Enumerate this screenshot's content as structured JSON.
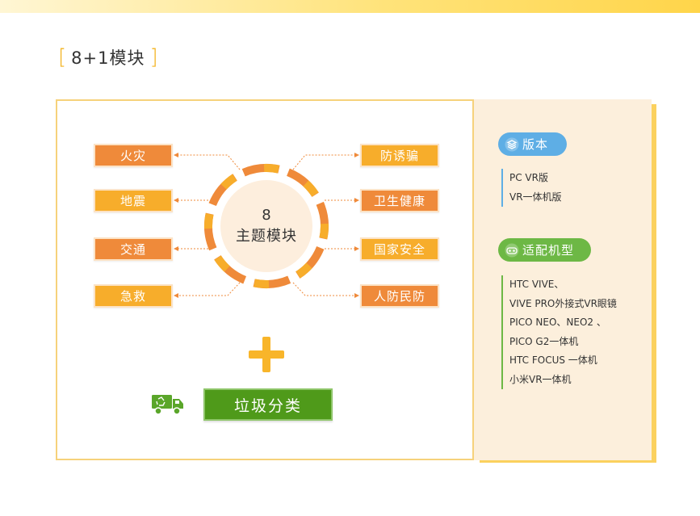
{
  "heading": {
    "bracket_left": "[",
    "title": "8+1模块",
    "bracket_right": "]"
  },
  "center": {
    "number": "8",
    "label": "主题模块"
  },
  "modules_left": [
    "火灾",
    "地震",
    "交通",
    "急救"
  ],
  "modules_right": [
    "防诱骗",
    "卫生健康",
    "国家安全",
    "人防民防"
  ],
  "plus_module": {
    "label": "垃圾分类"
  },
  "side": {
    "version": {
      "title": "版本",
      "items": [
        "PC VR版",
        "VR一体机版"
      ]
    },
    "devices": {
      "title": "适配机型",
      "items": [
        "HTC VIVE、",
        "VIVE PRO外接式VR眼镜",
        "PICO NEO、NEO2 、",
        "PICO G2一体机",
        "HTC FOCUS 一体机",
        "小米VR一体机"
      ]
    }
  },
  "colors": {
    "orange": "#ef8a3a",
    "yellow": "#f7ad2b",
    "green": "#4f9a1a",
    "blue": "#5eaee5",
    "light_green": "#6db845"
  },
  "icons": [
    "layers-icon",
    "headset-icon",
    "recycle-truck-icon",
    "plus-icon"
  ]
}
